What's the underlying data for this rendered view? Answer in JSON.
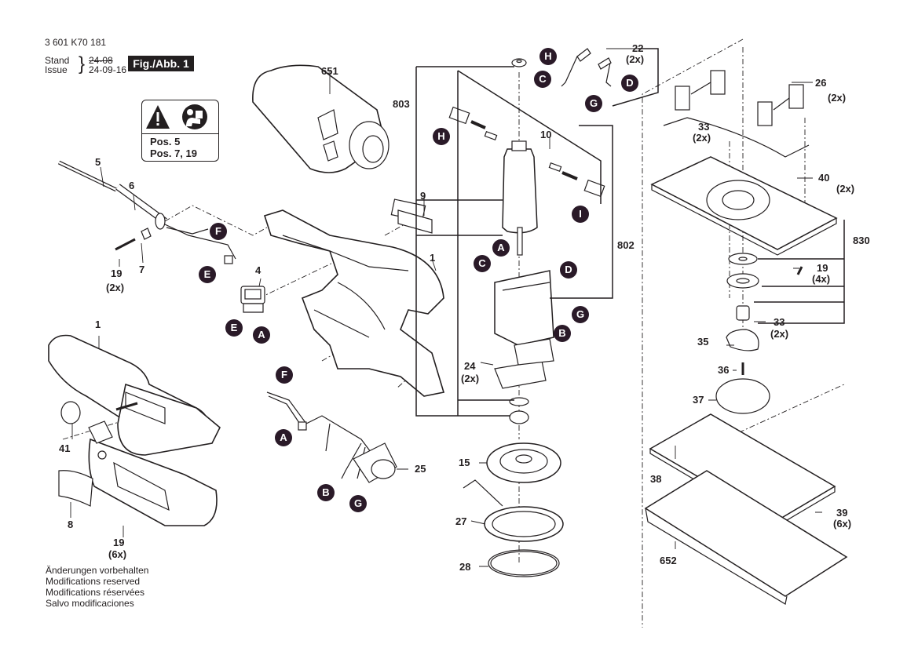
{
  "header": {
    "part_number": "3 601 K70 181",
    "stand_label": "Stand",
    "issue_label": "Issue",
    "old_date": "24-08",
    "issue_date": "24-09-16",
    "figure": "Fig./Abb. 1"
  },
  "warning_box": {
    "icons": [
      "warning-triangle-icon",
      "read-manual-icon"
    ],
    "lines": [
      "Pos. 5",
      "Pos. 7, 19"
    ]
  },
  "footer": {
    "lines": [
      "Änderungen vorbehalten",
      "Modifications reserved",
      "Modifications réservées",
      "Salvo modificaciones"
    ]
  },
  "parts": {
    "p1a": "1",
    "p1b": "1",
    "p4": "4",
    "p5": "5",
    "p6": "6",
    "p7": "7",
    "p8": "8",
    "p9": "9",
    "p10": "10",
    "p15": "15",
    "p19a": "19",
    "p19a_q": "(2x)",
    "p19b": "19",
    "p19b_q": "(6x)",
    "p19c": "19",
    "p19c_q": "(4x)",
    "p22": "22",
    "p22_q": "(2x)",
    "p24": "24",
    "p24_q": "(2x)",
    "p25": "25",
    "p26": "26",
    "p26_q": "(2x)",
    "p27": "27",
    "p28": "28",
    "p33a": "33",
    "p33a_q": "(2x)",
    "p33b": "33",
    "p33b_q": "(2x)",
    "p35": "35",
    "p36": "36",
    "p37": "37",
    "p38": "38",
    "p39": "39",
    "p39_q": "(6x)",
    "p40": "40",
    "p40_q": "(2x)",
    "p41": "41",
    "p651": "651",
    "p652": "652",
    "p802": "802",
    "p803": "803",
    "p830": "830"
  },
  "connectors": {
    "F1": "F",
    "E1": "E",
    "E2": "E",
    "A1": "A",
    "F2": "F",
    "A2": "A",
    "B1": "B",
    "G1": "G",
    "H1": "H",
    "C1": "C",
    "G2": "G",
    "D1": "D",
    "H2": "H",
    "I1": "I",
    "A3": "A",
    "C2": "C",
    "D2": "D",
    "G3": "G",
    "B2": "B"
  },
  "colors": {
    "ink": "#231f20",
    "badge": "#2a1a28",
    "background": "#ffffff"
  }
}
